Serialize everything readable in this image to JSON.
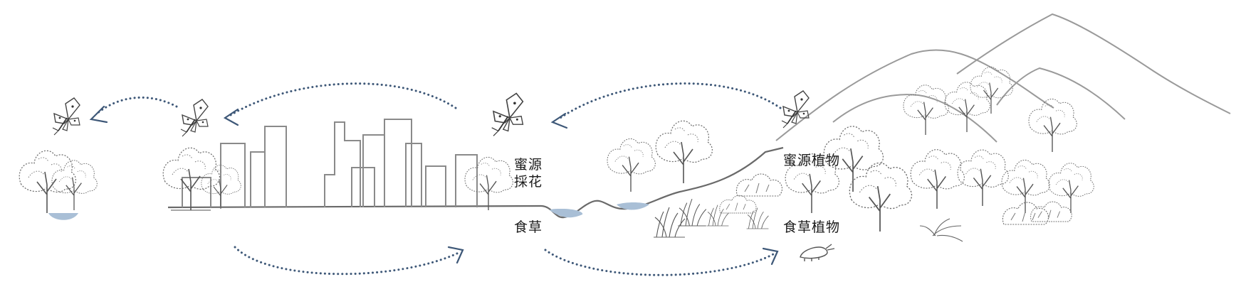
{
  "labels": {
    "nectar_visit_line1": "蜜源",
    "nectar_visit_line2": "採花",
    "host_eating": "食草",
    "nectar_plants": "蜜源植物",
    "host_plants": "食草植物"
  },
  "colors": {
    "sketch": "#8e8e8e",
    "sketch_dark": "#555555",
    "flow_dots": "#3e5878",
    "water": "#a9bfd6",
    "text": "#1a1a1a"
  },
  "icons": {
    "butterfly": "butterfly-icon",
    "tree": "tree-icon",
    "water": "water-pond-icon",
    "caterpillar": "caterpillar-icon",
    "shrub": "shrub-icon",
    "grass": "grass-icon",
    "fern": "fern-icon",
    "building": "building-icon",
    "mountain": "mountain-icon"
  }
}
